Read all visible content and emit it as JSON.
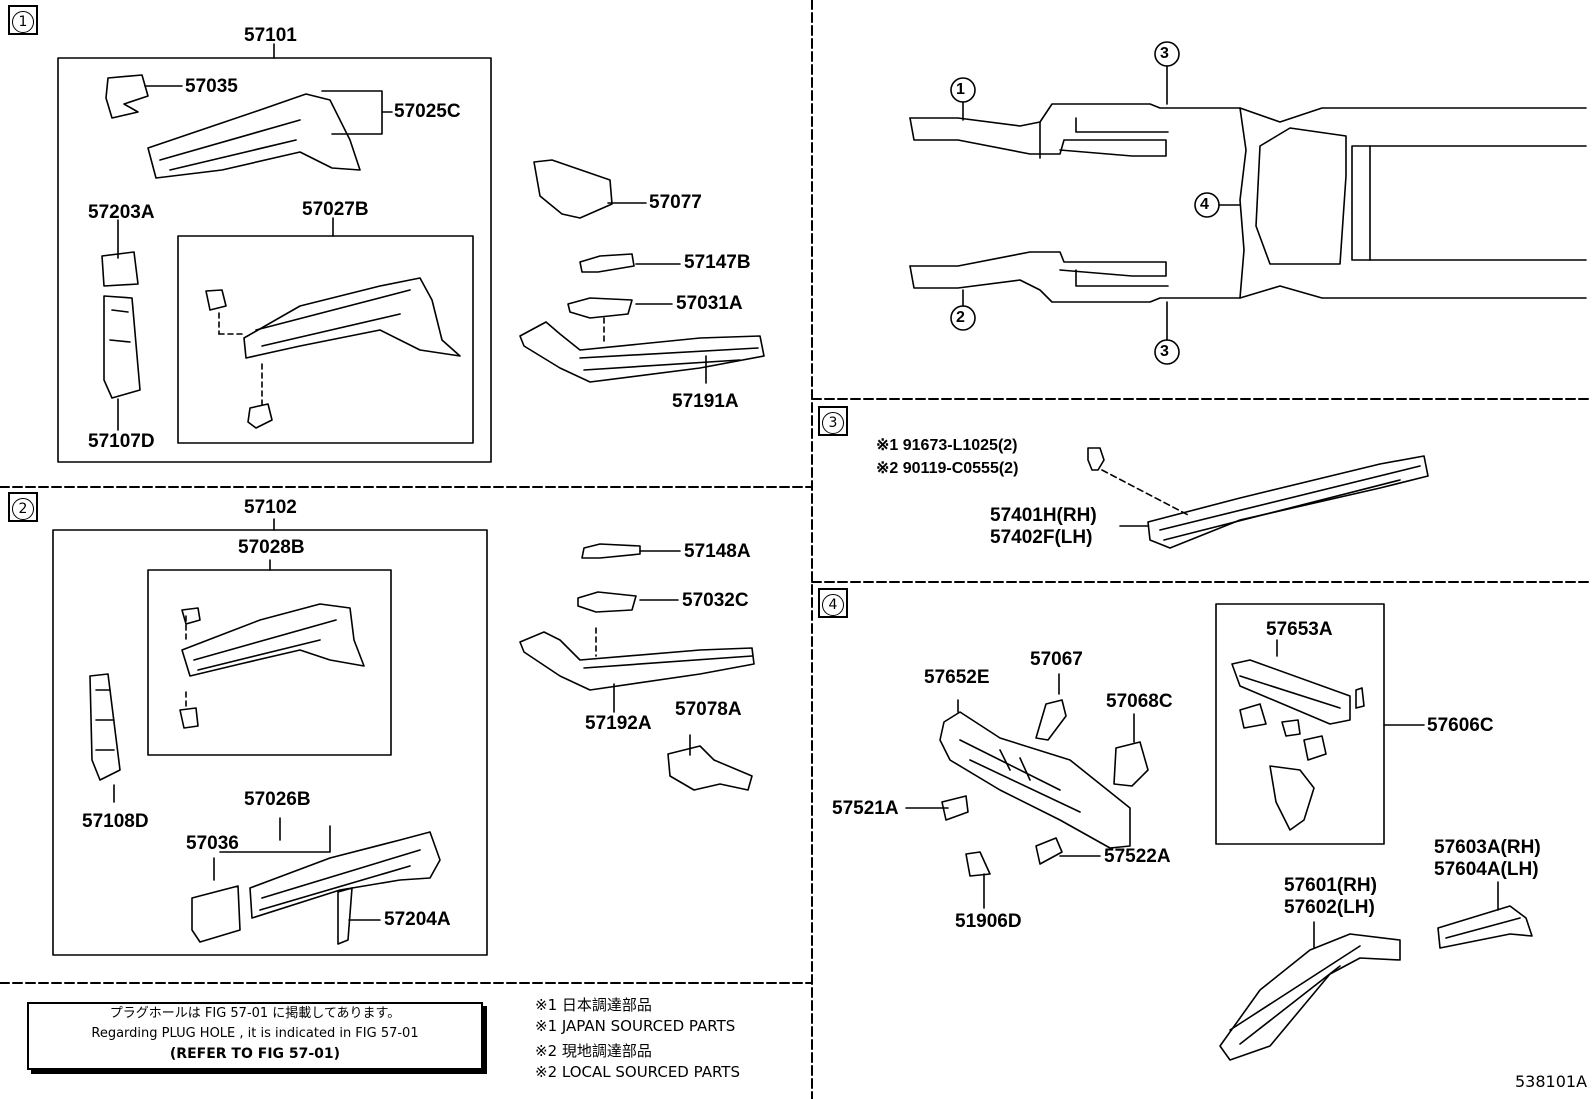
{
  "figure_id": "538101A",
  "sections": {
    "s1": "1",
    "s2": "2",
    "s3": "3",
    "s4": "4"
  },
  "callouts": {
    "c1": "1",
    "c2": "2",
    "c3a": "3",
    "c3b": "3",
    "c4": "4"
  },
  "parts": {
    "p57101": "57101",
    "p57035": "57035",
    "p57025C": "57025C",
    "p57203A": "57203A",
    "p57027B": "57027B",
    "p57107D": "57107D",
    "p57077": "57077",
    "p57147B": "57147B",
    "p57031A": "57031A",
    "p57191A": "57191A",
    "p57102": "57102",
    "p57028B": "57028B",
    "p57108D": "57108D",
    "p57148A": "57148A",
    "p57032C": "57032C",
    "p57192A": "57192A",
    "p57078A": "57078A",
    "p57026B": "57026B",
    "p57036": "57036",
    "p57204A": "57204A",
    "p57401H": "57401H(RH)",
    "p57402F": "57402F(LH)",
    "p57652E": "57652E",
    "p57067": "57067",
    "p57068C": "57068C",
    "p57521A": "57521A",
    "p57522A": "57522A",
    "p51906D": "51906D",
    "p57653A": "57653A",
    "p57606C": "57606C",
    "p57603A": "57603A(RH)",
    "p57604A": "57604A(LH)",
    "p57601": "57601(RH)",
    "p57602": "57602(LH)"
  },
  "fasteners": {
    "f1": "※1 91673-L1025(2)",
    "f2": "※2 90119-C0555(2)"
  },
  "plug_note": {
    "jp": "プラグホールは FIG 57-01 に掲載してあります。",
    "en": "Regarding PLUG HOLE , it is indicated in FIG 57-01",
    "ref": "(REFER TO FIG 57-01)"
  },
  "legend": {
    "l1": "※1 日本調達部品",
    "l2": "※1 JAPAN SOURCED PARTS",
    "l3": "※2 現地調達部品",
    "l4": "※2 LOCAL SOURCED PARTS"
  }
}
